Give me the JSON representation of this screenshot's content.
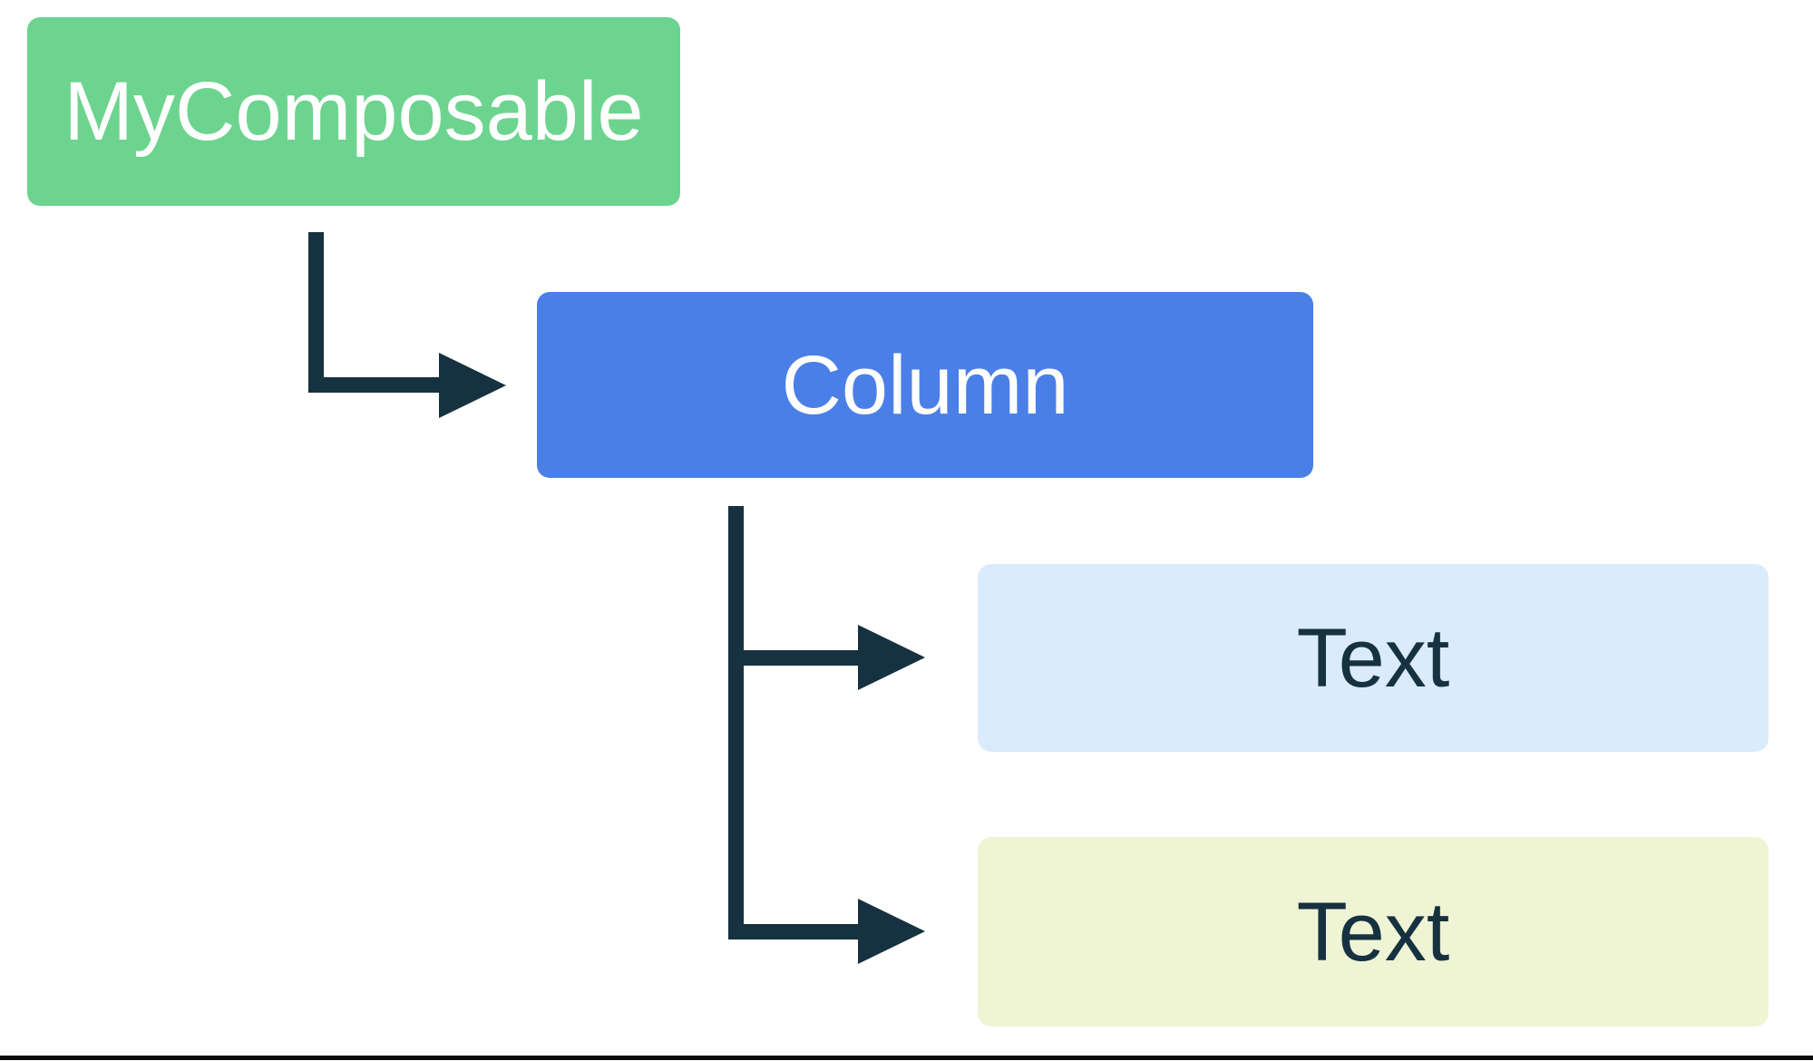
{
  "diagram": {
    "type": "tree",
    "description": "UI composable hierarchy diagram",
    "nodes": [
      {
        "id": "mycomposable",
        "label": "MyComposable",
        "fill": "#6CD48E",
        "text_color": "#FFFFFF"
      },
      {
        "id": "column",
        "label": "Column",
        "fill": "#4B7FE8",
        "text_color": "#FFFFFF"
      },
      {
        "id": "text1",
        "label": "Text",
        "fill": "#DAEBFC",
        "text_color": "#16313F"
      },
      {
        "id": "text2",
        "label": "Text",
        "fill": "#EFF4D5",
        "text_color": "#16313F"
      }
    ],
    "edges": [
      {
        "from": "mycomposable",
        "to": "column"
      },
      {
        "from": "column",
        "to": "text1"
      },
      {
        "from": "column",
        "to": "text2"
      }
    ],
    "connector_color": "#16313F",
    "bottom_rule_color": "#0B0B0B",
    "background_color": "#FFFFFF"
  }
}
